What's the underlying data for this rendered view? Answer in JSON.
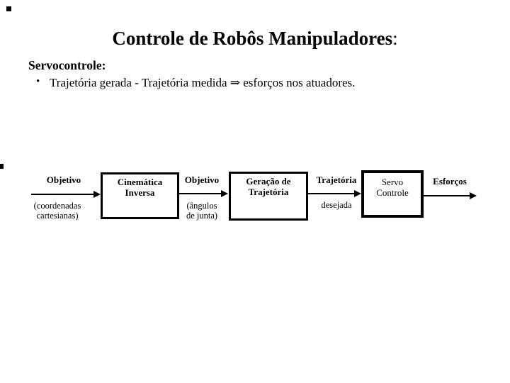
{
  "page": {
    "background": "#ffffff",
    "text_color": "#000000"
  },
  "header": {
    "title": "Controle de Robôs Manipuladores",
    "title_suffix": ":",
    "subtitle": "Servocontrole:",
    "bullet": {
      "marker": "•",
      "text": "Trajetória gerada - Trajetória medida ⇒ esforços nos atuadores."
    }
  },
  "diagram": {
    "flow": [
      {
        "type": "arrow",
        "label": "Objetivo",
        "sub": [
          "(coordenadas",
          "cartesianas)"
        ]
      },
      {
        "type": "box",
        "lines": [
          "Cinemática",
          "Inversa"
        ],
        "bold": true
      },
      {
        "type": "arrow",
        "label": "Objetivo",
        "sub": [
          "(ângulos",
          "de junta)"
        ]
      },
      {
        "type": "box",
        "lines": [
          "Geração de",
          "Trajetória"
        ],
        "bold": true
      },
      {
        "type": "arrow",
        "label": "Trajetória",
        "sub": [
          "desejada"
        ]
      },
      {
        "type": "box",
        "lines": [
          "Servo",
          "Controle"
        ],
        "bold": false
      },
      {
        "type": "arrow",
        "label": "Esforços",
        "sub": []
      }
    ]
  }
}
